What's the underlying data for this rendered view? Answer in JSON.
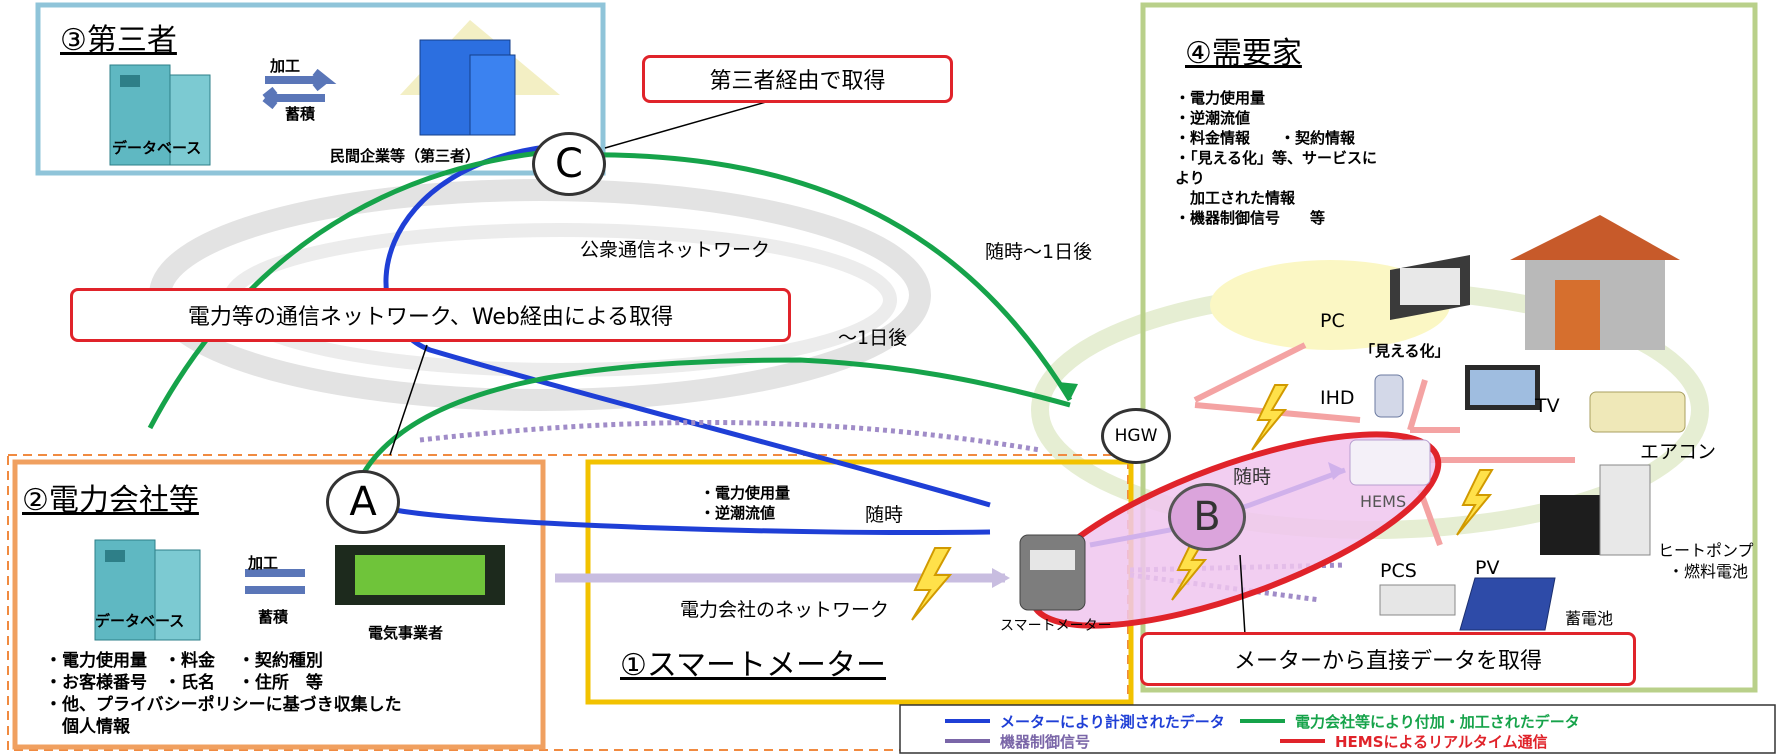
{
  "sections": {
    "third_party": {
      "title": "③第三者",
      "db_label": "データベース",
      "process": "加工",
      "store": "蓄積",
      "company": "民間企業等（第三者）"
    },
    "consumer": {
      "title": "④需要家",
      "items": [
        "・電力使用量",
        "・逆潮流値",
        "・料金情報　　・契約情報",
        "・「見える化」等、サービスに",
        "より",
        "　加工された情報",
        "・機器制御信号　　等"
      ]
    },
    "power_company": {
      "title": "②電力会社等",
      "db_label": "データベース",
      "process": "加工",
      "store": "蓄積",
      "operator": "電気事業者",
      "items": [
        "・電力使用量　・料金　 ・契約種別",
        "・お客様番号　・氏名　 ・住所　等",
        "・他、プライバシーポリシーに基づき収集した",
        "　個人情報"
      ]
    },
    "smart_meter": {
      "title": "①スマートメーター",
      "items": [
        "・電力使用量",
        "・逆潮流値"
      ],
      "anytime": "随時",
      "network": "電力会社のネットワーク",
      "device": "スマートメーター"
    }
  },
  "callouts": {
    "via_third_party": "第三者経由で取得",
    "via_network": "電力等の通信ネットワーク、Web経由による取得",
    "direct_from_meter": "メーターから直接データを取得"
  },
  "labels": {
    "public_network": "公衆通信ネットワーク",
    "anytime_to_1day": "随時〜1日後",
    "within_1day": "〜1日後",
    "anytime_b": "随時",
    "hgw": "HGW",
    "pc": "PC",
    "mieru": "「見える化」",
    "ihd": "IHD",
    "tv": "TV",
    "aircon": "エアコン",
    "hems": "HEMS",
    "heatpump": "ヒートポンプ",
    "fuelcell": "・燃料電池",
    "pcs": "PCS",
    "pv": "PV",
    "battery": "蓄電池"
  },
  "points": {
    "a": "A",
    "b": "B",
    "c": "C"
  },
  "legend": [
    {
      "label": "メーターにより計測されたデータ",
      "color": "#1f3fd6"
    },
    {
      "label": "電力会社等により付加・加工されたデータ",
      "color": "#16a34a"
    },
    {
      "label": "機器制御信号",
      "color": "#7a66a8"
    },
    {
      "label": "HEMSによるリアルタイム通信",
      "color": "#e0232a"
    }
  ],
  "colors": {
    "third_party_border": "#8fc4d9",
    "consumer_border": "#b9d08a",
    "power_border": "#f0a060",
    "meter_border": "#f2c200",
    "blue": "#1f3fd6",
    "green": "#16a34a",
    "red": "#e0232a",
    "purple": "#a08cc8"
  }
}
